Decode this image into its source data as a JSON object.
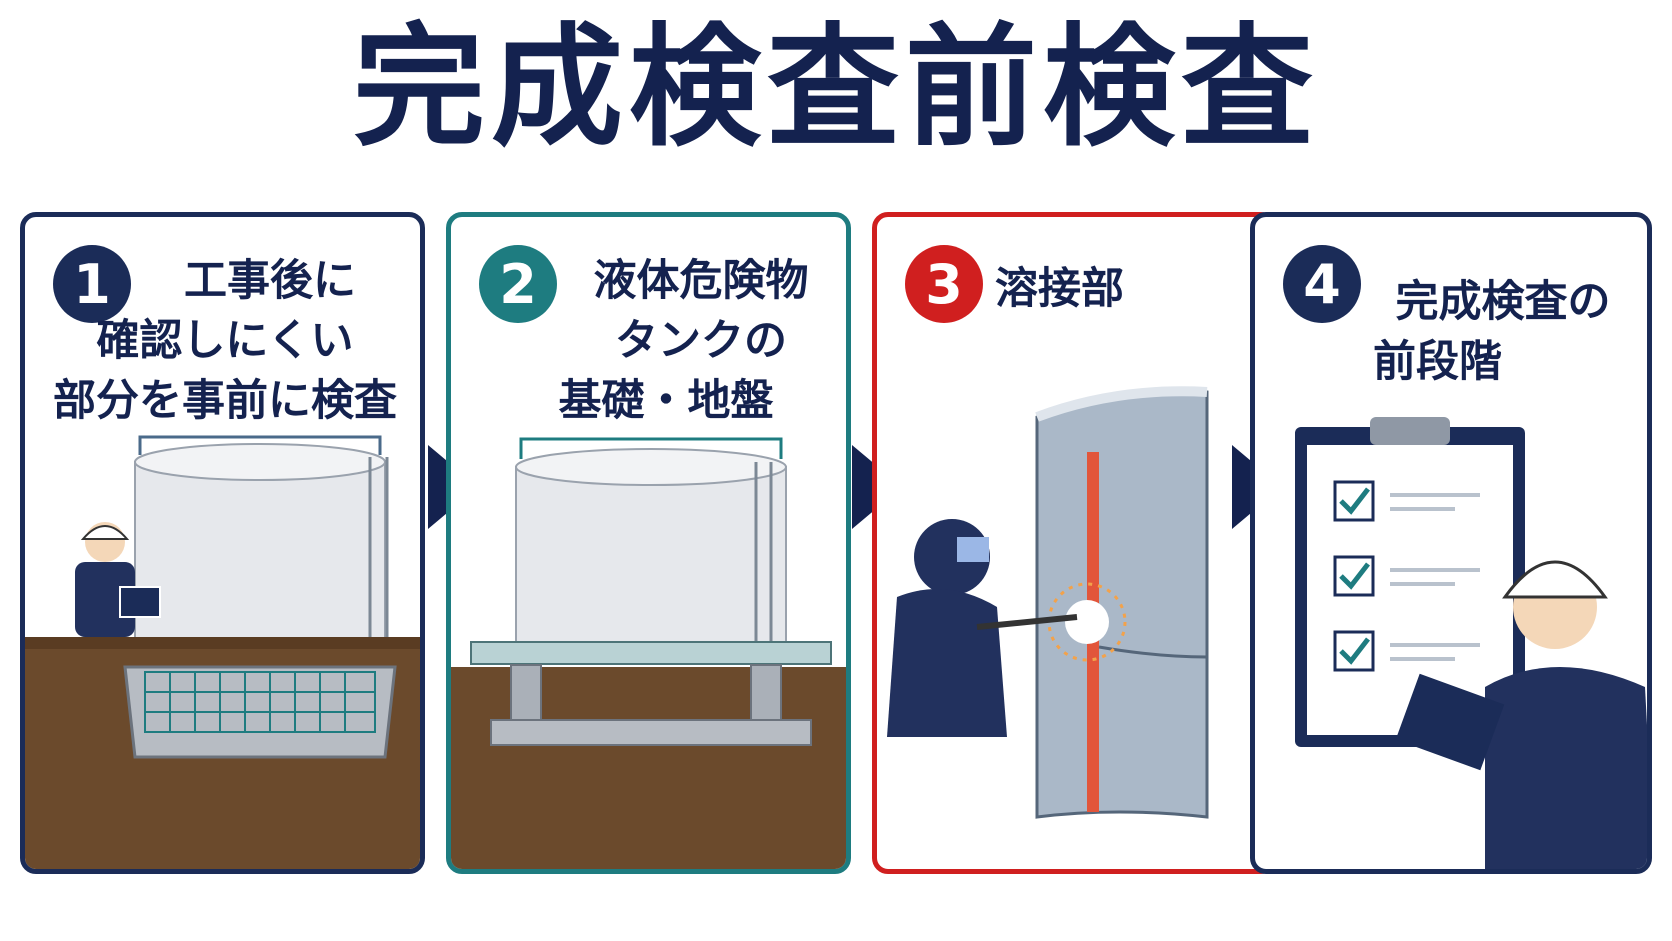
{
  "title": "完成検査前検査",
  "steps": [
    {
      "number": "1",
      "lines": [
        "工事後に",
        "確認しにくい",
        "部分を事前に検査"
      ]
    },
    {
      "number": "2",
      "lines": [
        "液体危険物",
        "タンクの",
        "基礎・地盤"
      ]
    },
    {
      "number": "3",
      "lines": [
        "溶接部"
      ]
    },
    {
      "number": "4",
      "lines": [
        "完成検査の",
        "前段階"
      ]
    }
  ],
  "colors": {
    "navy": "#1b2c58",
    "teal": "#1e7c80",
    "red": "#d01f1f",
    "soil": "#6b4a2c",
    "check": "#1e7c80"
  },
  "icons": [
    "arrow-right-icon",
    "checklist-clipboard-icon",
    "hard-hat-icon",
    "welding-spark-icon",
    "storage-tank-icon"
  ]
}
